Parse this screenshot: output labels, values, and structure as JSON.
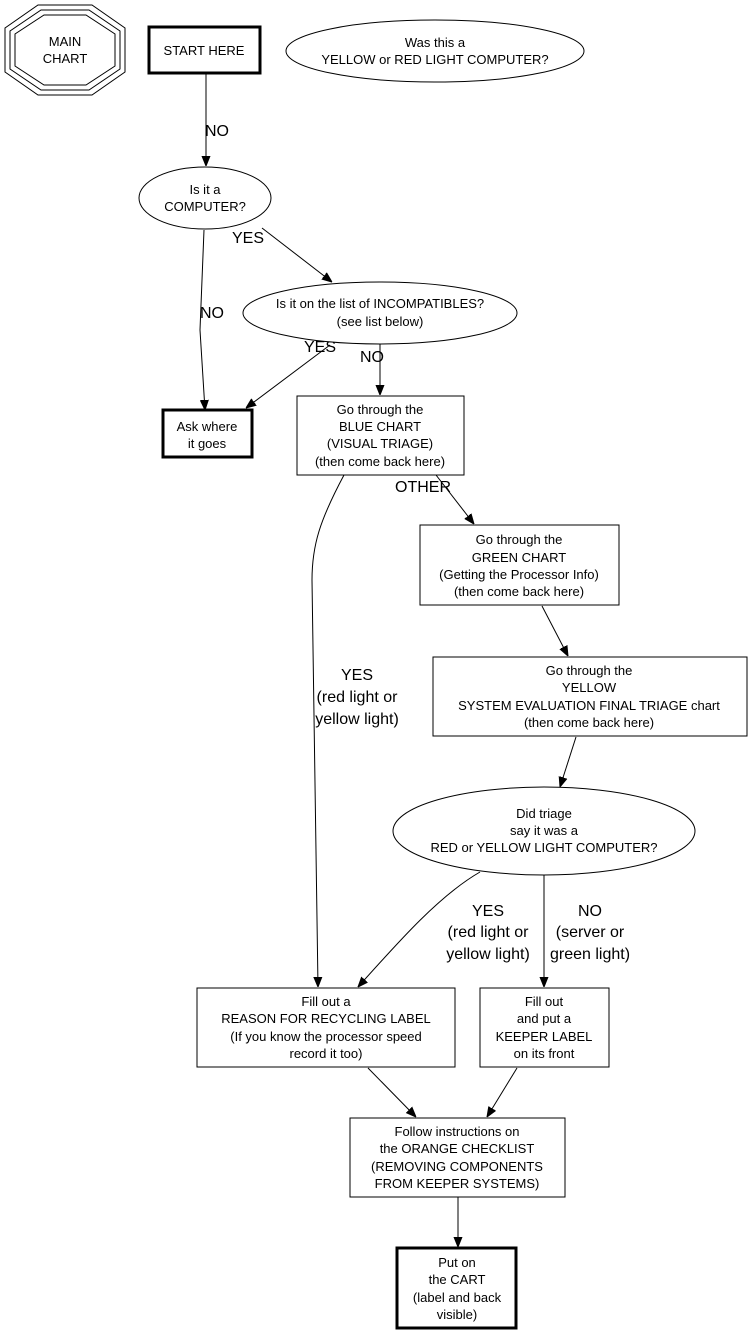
{
  "diagram": {
    "title": "MAIN CHART",
    "nodes": {
      "main_chart": {
        "lines": [
          "MAIN",
          "CHART"
        ],
        "shape": "tripleoctagon"
      },
      "start": {
        "lines": [
          "START HERE"
        ],
        "shape": "box-bold"
      },
      "was_yellow_red": {
        "lines": [
          "Was this a",
          "YELLOW or RED LIGHT COMPUTER?"
        ],
        "shape": "ellipse"
      },
      "is_computer": {
        "lines": [
          "Is it a",
          "COMPUTER?"
        ],
        "shape": "ellipse"
      },
      "incompatibles": {
        "lines": [
          "Is it on the list of INCOMPATIBLES?",
          "(see list below)"
        ],
        "shape": "ellipse"
      },
      "ask_where": {
        "lines": [
          "Ask where",
          "it goes"
        ],
        "shape": "box-bold"
      },
      "blue_chart": {
        "lines": [
          "Go through the",
          "BLUE CHART",
          "(VISUAL TRIAGE)",
          "(then come back here)"
        ],
        "shape": "box"
      },
      "green_chart": {
        "lines": [
          "Go through the",
          "GREEN CHART",
          "(Getting the Processor Info)",
          "(then come back here)"
        ],
        "shape": "box"
      },
      "yellow_chart": {
        "lines": [
          "Go through the",
          "YELLOW",
          "SYSTEM EVALUATION FINAL TRIAGE chart",
          "(then come back here)"
        ],
        "shape": "box"
      },
      "did_triage": {
        "lines": [
          "Did triage",
          "say it was a",
          "RED or YELLOW LIGHT COMPUTER?"
        ],
        "shape": "ellipse"
      },
      "reason_label": {
        "lines": [
          "Fill out a",
          "REASON FOR RECYCLING LABEL",
          "(If you know the processor speed",
          "record it too)"
        ],
        "shape": "box"
      },
      "keeper_label": {
        "lines": [
          "Fill out",
          "and put a",
          "KEEPER LABEL",
          "on its front"
        ],
        "shape": "box"
      },
      "orange_checklist": {
        "lines": [
          "Follow instructions on",
          "the ORANGE CHECKLIST",
          "(REMOVING COMPONENTS",
          "FROM KEEPER SYSTEMS)"
        ],
        "shape": "box"
      },
      "put_on_cart": {
        "lines": [
          "Put on",
          "the CART",
          "(label and back",
          "visible)"
        ],
        "shape": "box-bold"
      }
    },
    "edges": [
      {
        "from": "start",
        "to": "is_computer",
        "label": [
          "NO"
        ]
      },
      {
        "from": "is_computer",
        "to": "incompatibles",
        "label": [
          "YES"
        ]
      },
      {
        "from": "is_computer",
        "to": "ask_where",
        "label": [
          "NO"
        ]
      },
      {
        "from": "incompatibles",
        "to": "ask_where",
        "label": [
          "YES"
        ]
      },
      {
        "from": "incompatibles",
        "to": "blue_chart",
        "label": [
          "NO"
        ]
      },
      {
        "from": "blue_chart",
        "to": "green_chart",
        "label": [
          "OTHER"
        ]
      },
      {
        "from": "blue_chart",
        "to": "reason_label",
        "label": [
          "YES",
          "(red light or",
          "yellow light)"
        ]
      },
      {
        "from": "green_chart",
        "to": "yellow_chart",
        "label": []
      },
      {
        "from": "yellow_chart",
        "to": "did_triage",
        "label": []
      },
      {
        "from": "did_triage",
        "to": "reason_label",
        "label": [
          "YES",
          "(red light or",
          "yellow light)"
        ]
      },
      {
        "from": "did_triage",
        "to": "keeper_label",
        "label": [
          "NO",
          "(server or",
          "green light)"
        ]
      },
      {
        "from": "reason_label",
        "to": "orange_checklist",
        "label": []
      },
      {
        "from": "keeper_label",
        "to": "orange_checklist",
        "label": []
      },
      {
        "from": "orange_checklist",
        "to": "put_on_cart",
        "label": []
      }
    ]
  }
}
